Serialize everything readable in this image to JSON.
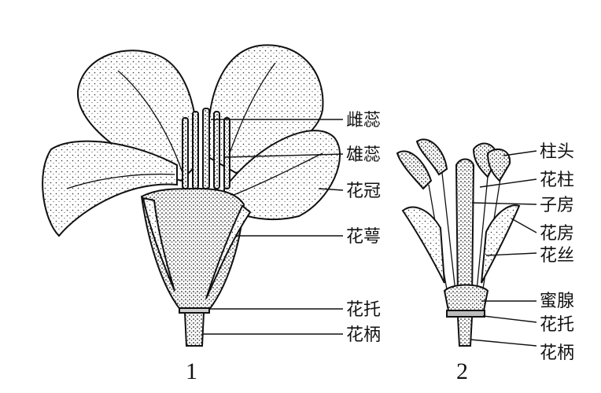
{
  "figure1": {
    "number": "1",
    "labels": {
      "pistil": "雌蕊",
      "stamen": "雄蕊",
      "corolla": "花冠",
      "calyx": "花萼",
      "receptacle": "花托",
      "pedicel": "花柄"
    }
  },
  "figure2": {
    "number": "2",
    "labels": {
      "stigma": "柱头",
      "style": "花柱",
      "ovary": "子房",
      "anther": "花房",
      "filament": "花丝",
      "nectary": "蜜腺",
      "receptacle": "花托",
      "pedicel": "花柄"
    }
  }
}
